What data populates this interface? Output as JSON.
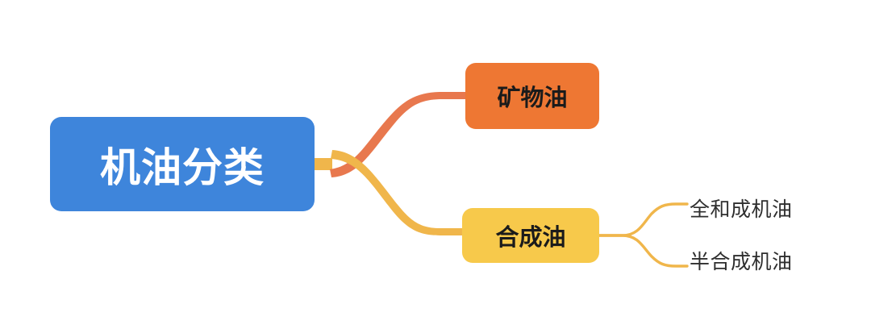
{
  "diagram": {
    "type": "mind-map",
    "title_node": "机油分类",
    "orientation": "left-to-right",
    "background_color": "#ffffff",
    "root": {
      "label": "机油分类",
      "fill_color": "#3e85db",
      "text_color": "#ffffff"
    },
    "branches": [
      {
        "label": "矿物油",
        "fill_color": "#ee7733",
        "text_color": "#1b1b1b",
        "connector_color": "#e8784e",
        "children": []
      },
      {
        "label": "合成油",
        "fill_color": "#f7c94b",
        "text_color": "#1b1b1b",
        "connector_color": "#f0b64b",
        "children": [
          {
            "label": "全和成机油",
            "text_color": "#2e2e2e",
            "connector_color": "#f0b64b"
          },
          {
            "label": "半合成机油",
            "text_color": "#2e2e2e",
            "connector_color": "#f0b64b"
          }
        ]
      }
    ]
  }
}
